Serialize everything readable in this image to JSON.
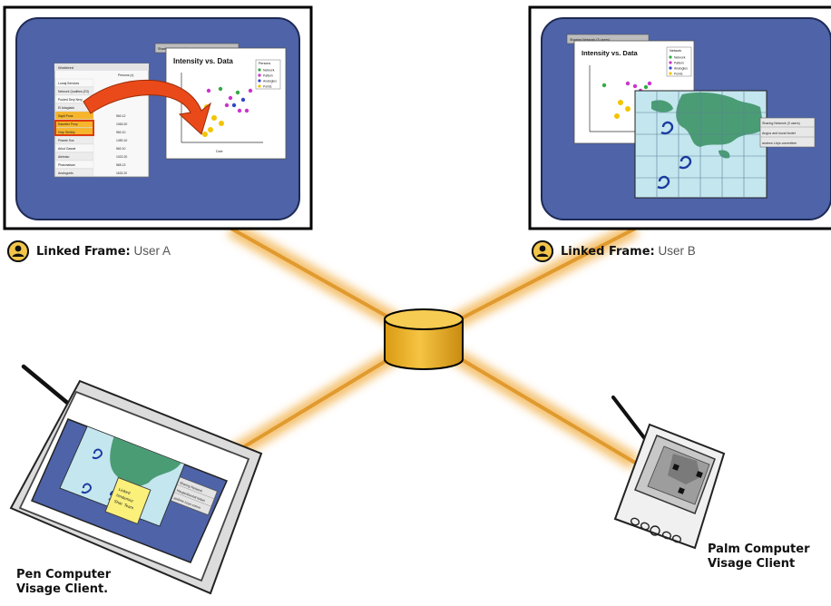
{
  "nodes": {
    "user_a": {
      "label_bold": "Linked Frame:",
      "label_rest": "User A"
    },
    "user_b": {
      "label_bold": "Linked Frame:",
      "label_rest": "User B"
    },
    "pen_client": {
      "line1": "Pen Computer",
      "line2": "Visage Client."
    },
    "palm_client": {
      "line1": "Palm Computer",
      "line2": "Visage Client"
    }
  },
  "screen_a": {
    "chart_title": "Intensity vs. Data",
    "window_tab": "Sharing Network (3 users)",
    "legend_title": "Persons",
    "legend": [
      {
        "name": "Network",
        "color": "#33aa44"
      },
      {
        "name": "Pattern",
        "color": "#cc33cc"
      },
      {
        "name": "Analogies",
        "color": "#3344cc"
      },
      {
        "name": "Points",
        "color": "#f2c400"
      }
    ],
    "table_header": "Workfeed",
    "table_col": "Persons (x)",
    "table_rows": [
      "Lumaj Services",
      "Network Qualities (E3)",
      "Pouted Sery Nery",
      "El Adagiado",
      "Sapti Pons",
      "Rauetter Pony",
      "Hoip Stelloly",
      "Pidantr Sos",
      "Arlud Gassie",
      "Alebriao",
      "Phasmatsan",
      "Analogoids"
    ],
    "table_vals": [
      "",
      "",
      "",
      "",
      "960.12",
      "1063.20",
      "960.10",
      "1490.10",
      "560.10",
      "1022.20",
      "565.13",
      "1163.20"
    ],
    "x_axis": "Date"
  },
  "screen_b": {
    "chart_title": "Intensity vs. Data",
    "window_tab": "Sharing Network (3 users)",
    "legend_title": "Network",
    "legend": [
      {
        "name": "Network",
        "color": "#33aa44"
      },
      {
        "name": "Pattern",
        "color": "#cc33cc"
      },
      {
        "name": "Analogies",
        "color": "#3344cc"
      },
      {
        "name": "Points",
        "color": "#f2c400"
      }
    ],
    "panel_rows": [
      "Sharing Network (3 users)",
      "Angus and kozal fordet",
      "andrew Ltrys committee"
    ]
  },
  "pen_screen": {
    "note_lines": [
      "Linked",
      "hindeminr",
      "Shar. Team"
    ],
    "panel_rows": [
      "Sharing Network",
      "Hauger&teotal forbel",
      "andrew Ltrys comm"
    ]
  },
  "colors": {
    "screen_bg": "#4e63a8",
    "connector": "#f0b043",
    "cylinder": "#eab224",
    "map_water": "#c4e6ee",
    "map_land": "#4a9c74"
  }
}
